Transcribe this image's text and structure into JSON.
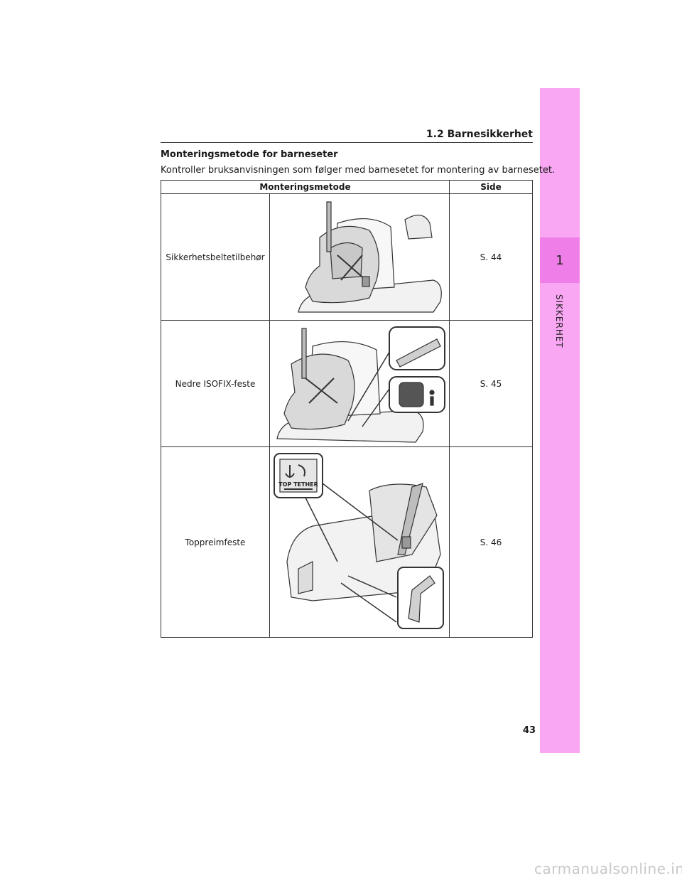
{
  "side_tab": {
    "number": "1",
    "label": "SIKKERHET"
  },
  "section": {
    "title": "1.2  Barnesikkerhet"
  },
  "heading": "Monteringsmetode for barneseter",
  "intro": "Kontroller bruksanvisningen som følger med barnesetet for montering av barnesetet.",
  "table": {
    "headers": [
      "Monteringsmetode",
      "Side"
    ],
    "rows": [
      {
        "method": "Sikkerhetsbeltetilbehør",
        "page": "S. 44",
        "illustration": "seatbelt-child-seat"
      },
      {
        "method": "Nedre ISOFIX-feste",
        "page": "S. 45",
        "illustration": "isofix-child-seat"
      },
      {
        "method": "Toppreimfeste",
        "page": "S. 46",
        "illustration": "top-tether-child-seat"
      }
    ],
    "top_tether_label": "TOP TETHER"
  },
  "page_number": "43",
  "watermark": "carmanualsonline.info"
}
